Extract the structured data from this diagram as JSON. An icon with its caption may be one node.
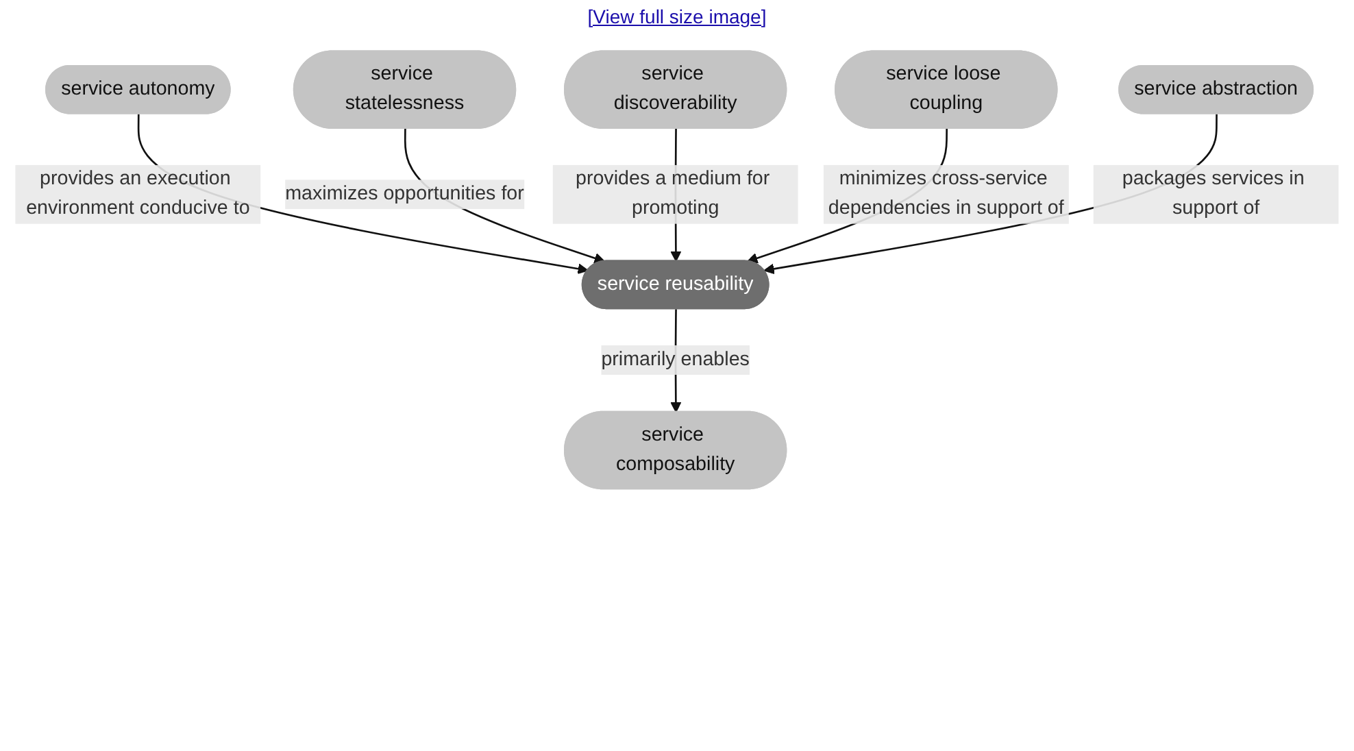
{
  "diagram": {
    "nodes": [
      {
        "text": [
          "service autonomy"
        ]
      },
      {
        "text": [
          "service statelessness"
        ]
      },
      {
        "text": [
          "service discoverability"
        ]
      },
      {
        "text": [
          "service reusability"
        ]
      },
      {
        "text": [
          "service loose coupling"
        ]
      },
      {
        "text": [
          "service composability"
        ]
      },
      {
        "text": [
          "service abstraction"
        ]
      }
    ],
    "edges": [
      {
        "from": 0,
        "to": 3,
        "arrow": "to",
        "label": "provides an execution environment conducive to"
      },
      {
        "from": 1,
        "to": 3,
        "arrow": "to",
        "label": "maximizes opportunities for"
      },
      {
        "from": 2,
        "to": 3,
        "arrow": "to",
        "label": "provides a medium for promoting"
      },
      {
        "from": 4,
        "to": 3,
        "arrow": "to",
        "label": "minimizes cross-service dependencies in support of"
      },
      {
        "from": 3,
        "to": 5,
        "arrow": "to",
        "label": "primarily enables"
      },
      {
        "from": 6,
        "to": 3,
        "arrow": "to",
        "label": "packages services in support of"
      }
    ],
    "labels": [
      "[View full size image]"
    ]
  }
}
